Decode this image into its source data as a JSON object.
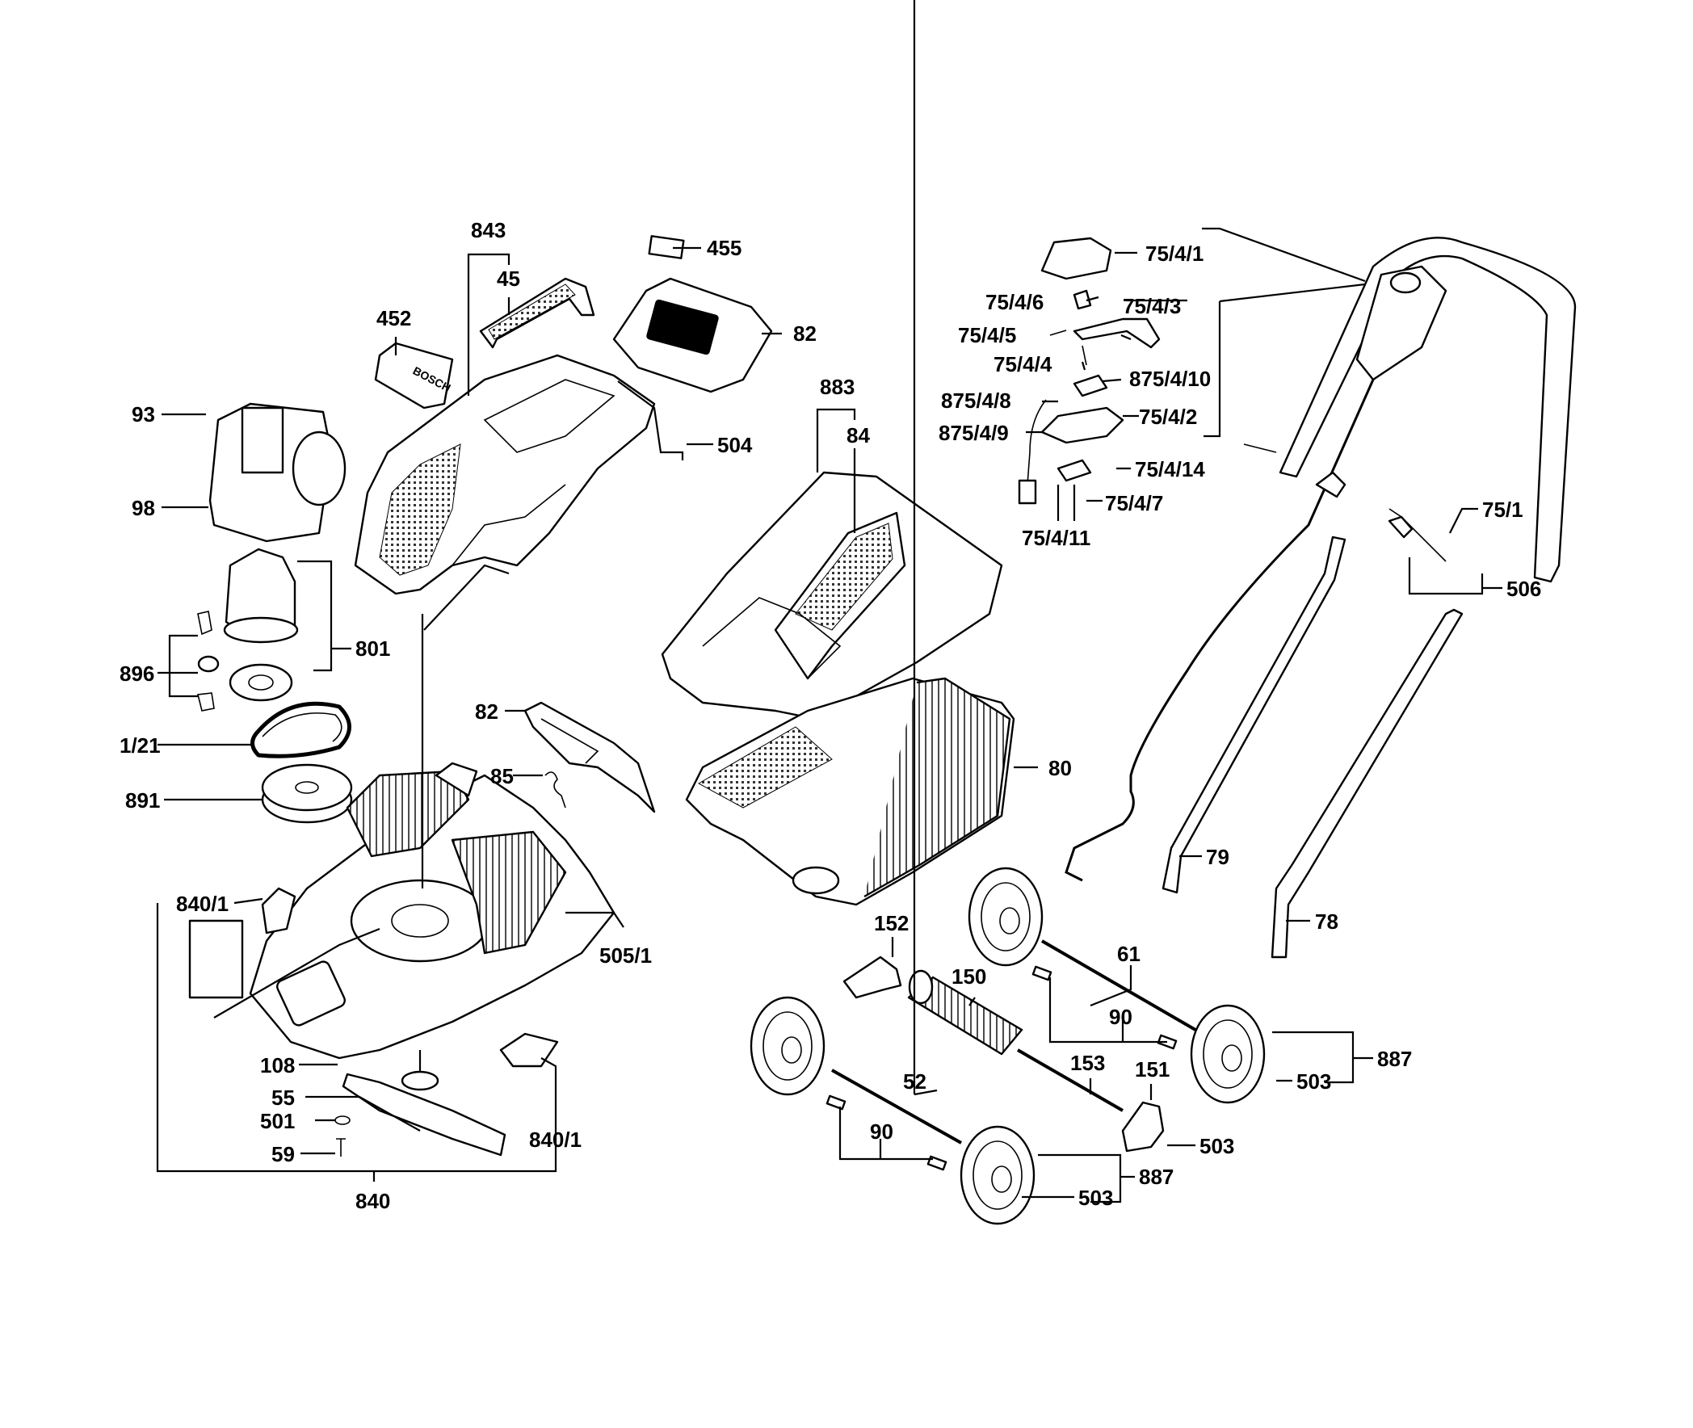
{
  "labels": {
    "l843": "843",
    "l45": "45",
    "l455": "455",
    "l82a": "82",
    "l452": "452",
    "l93": "93",
    "l98": "98",
    "l504": "504",
    "l883": "883",
    "l84": "84",
    "l801": "801",
    "l896": "896",
    "l121": "1/21",
    "l82b": "82",
    "l85": "85",
    "l891": "891",
    "l80": "80",
    "l8401a": "840/1",
    "l5051": "505/1",
    "l108": "108",
    "l55": "55",
    "l501": "501",
    "l59": "59",
    "l8401b": "840/1",
    "l840": "840",
    "l7541": "75/4/1",
    "l7546": "75/4/6",
    "l7543": "75/4/3",
    "l7545": "75/4/5",
    "l7544": "75/4/4",
    "l87548": "875/4/8",
    "l875410": "875/4/10",
    "l87549": "875/4/9",
    "l7542": "75/4/2",
    "l75414": "75/4/14",
    "l7547": "75/4/7",
    "l75411": "75/4/11",
    "l751": "75/1",
    "l506": "506",
    "l79": "79",
    "l78": "78",
    "l152": "152",
    "l150": "150",
    "l61": "61",
    "l90a": "90",
    "l153": "153",
    "l151": "151",
    "l887a": "887",
    "l503a": "503",
    "l52": "52",
    "l90b": "90",
    "l503b": "503",
    "l887b": "887",
    "l503c": "503"
  },
  "logo_text": "BOSCH"
}
